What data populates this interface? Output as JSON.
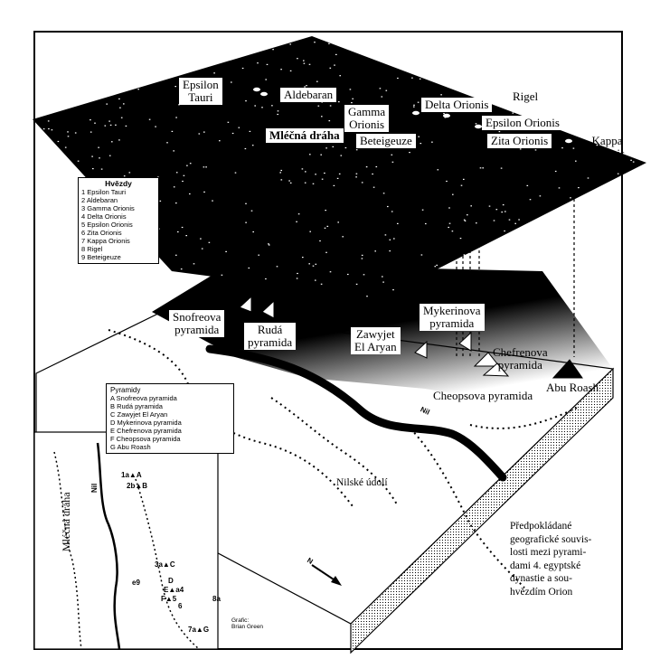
{
  "stars": [
    {
      "label": "Epsilon\nTauri"
    },
    {
      "label": "Aldebaran"
    },
    {
      "label": "Gamma\nOrionis"
    },
    {
      "label": "Delta Orionis"
    },
    {
      "label": "Rigel"
    },
    {
      "label": "Epsilon Orionis"
    },
    {
      "label": "Zita Orionis"
    },
    {
      "label": "Kappa\nOrionis"
    },
    {
      "label": "Beteigeuze"
    },
    {
      "label": "Mléčná dráha"
    }
  ],
  "stars_legend": {
    "title": "Hvězdy",
    "items": [
      "1 Epsilon Tauri",
      "2 Aldebaran",
      "3 Gamma Orionis",
      "4 Delta Orionis",
      "5 Epsilon Orionis",
      "6 Zita Orionis",
      "7 Kappa Orionis",
      "8 Rigel",
      "9 Beteigeuze"
    ]
  },
  "pyramids": [
    {
      "label": "Snofreova\npyramida"
    },
    {
      "label": "Rudá\npyramida"
    },
    {
      "label": "Zawyjet\nEl Aryan"
    },
    {
      "label": "Mykerinova\npyramida"
    },
    {
      "label": "Chefrenova\npyramida"
    },
    {
      "label": "Cheopsova pyramida"
    },
    {
      "label": "Abu Roash"
    }
  ],
  "pyramids_legend": {
    "title": "Pyramidy",
    "items": [
      "A Snofreova pyramida",
      "B Rudá pyramida",
      "C Zawyjet El Aryan",
      "D Mykerinova pyramida",
      "E Chefrenova pyramida",
      "F Cheopsova pyramida",
      "G Abu Roash"
    ]
  },
  "map": {
    "river_label": "Nil",
    "valley_label": "Nilské údolí",
    "north_label": "N",
    "milky_way_label": "Mléčná dráha",
    "inset_river_label": "Nil",
    "inset_markers": [
      "1a▲A",
      "2b▲B",
      "3a▲C",
      "D",
      "E▲a4",
      "F▲5",
      "6",
      "8a",
      "e9",
      "7a▲G"
    ]
  },
  "caption": "Předpokládané\ngeografické souvis-\nlosti mezi pyrami-\ndami 4. egyptské\ndynastie a sou-\nhvězdím Orion",
  "credit": "Grafic:\nBrian Green"
}
